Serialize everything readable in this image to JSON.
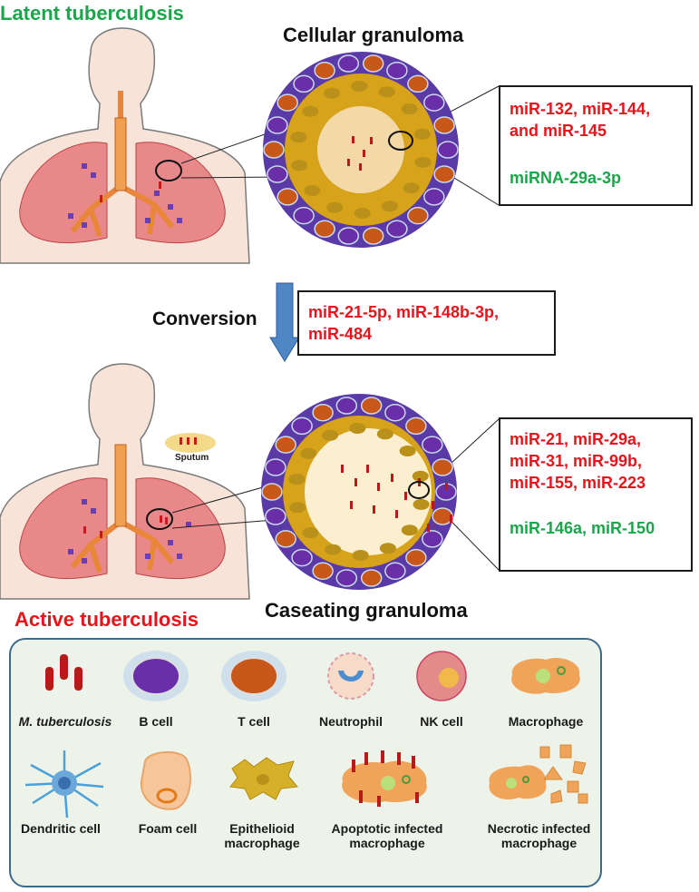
{
  "top": {
    "state_title": "Latent tuberculosis",
    "granuloma_title": "Cellular granuloma",
    "mirna_up": "miR-132, miR-144, and miR-145",
    "mirna_up_lines": [
      "miR-132, miR-144,",
      "and miR-145"
    ],
    "mirna_down": "miRNA-29a-3p"
  },
  "conversion": {
    "label": "Conversion",
    "mirna_lines": [
      "miR-21-5p, miR-148b-3p,",
      "miR-484"
    ]
  },
  "bottom": {
    "state_title": "Active tuberculosis",
    "granuloma_title": "Caseating granuloma",
    "sputum_label": "Sputum",
    "mirna_up_lines": [
      "miR-21, miR-29a,",
      "miR-31, miR-99b,",
      "miR-155, miR-223"
    ],
    "mirna_down": "miR-146a, miR-150"
  },
  "legend": {
    "items": [
      {
        "label": "M. tuberculosis",
        "icon": "mycobacterium-icon"
      },
      {
        "label": "B cell",
        "icon": "b-cell-icon"
      },
      {
        "label": "T cell",
        "icon": "t-cell-icon"
      },
      {
        "label": "Neutrophil",
        "icon": "neutrophil-icon"
      },
      {
        "label": "NK cell",
        "icon": "nk-cell-icon"
      },
      {
        "label": "Macrophage",
        "icon": "macrophage-icon"
      },
      {
        "label": "Dendritic cell",
        "icon": "dendritic-cell-icon"
      },
      {
        "label": "Foam cell",
        "icon": "foam-cell-icon"
      },
      {
        "label": "Epithelioid macrophage",
        "icon": "epithelioid-macrophage-icon"
      },
      {
        "label": "Apoptotic infected macrophage",
        "icon": "apoptotic-macrophage-icon"
      },
      {
        "label": "Necrotic infected macrophage",
        "icon": "necrotic-macrophage-icon"
      }
    ]
  },
  "colors": {
    "latent": "#1aa64a",
    "active": "#e8141b",
    "b_cell": "#6a2fa8",
    "t_cell": "#c8571a",
    "arrow": "#4f86c6"
  }
}
